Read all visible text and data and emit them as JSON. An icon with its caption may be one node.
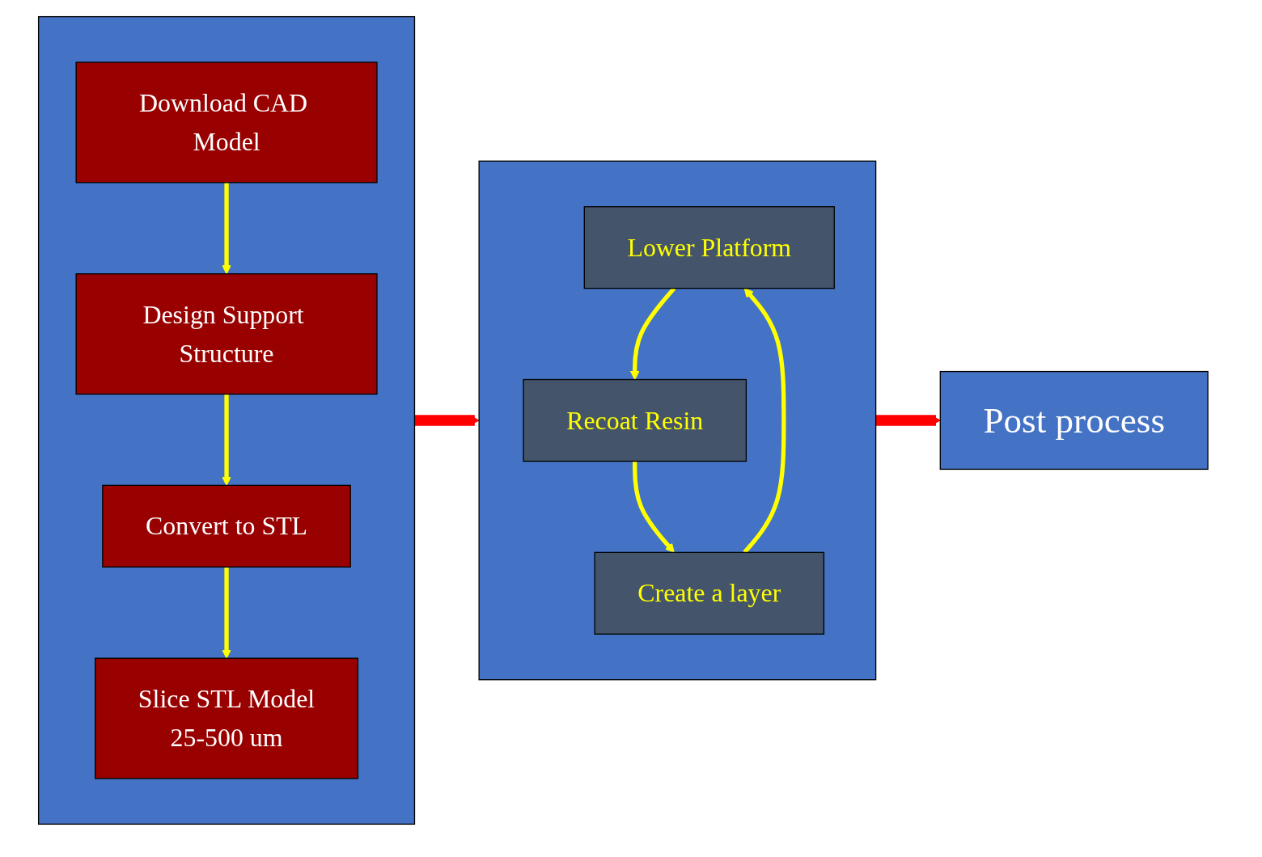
{
  "diagram": {
    "nodes": [
      {
        "text": [],
        "shape": "box"
      },
      {
        "text": [
          "Download CAD Model"
        ],
        "in": 0
      },
      {
        "text": [
          "Design Support Structure"
        ],
        "in": 0
      },
      {
        "text": [
          "Convert to STL"
        ],
        "in": 0
      },
      {
        "text": [
          "Slice STL Model",
          "25-500 um"
        ],
        "in": 0
      },
      {
        "text": [],
        "shape": "box"
      },
      {
        "text": [
          "Lower Platform"
        ],
        "in": 5
      },
      {
        "text": [
          "Recoat Resin"
        ],
        "in": 5
      },
      {
        "text": [
          "Create a layer"
        ],
        "in": 5
      },
      {
        "text": [
          "Post process"
        ]
      }
    ],
    "edges": [
      {
        "from": 1,
        "to": 2,
        "arrow": "to"
      },
      {
        "from": 2,
        "to": 3,
        "arrow": "to"
      },
      {
        "from": 3,
        "to": 4,
        "arrow": "to"
      },
      {
        "from": 0,
        "to": 5,
        "arrow": "to",
        "style": "thick",
        "color": "#ff0000"
      },
      {
        "from": 6,
        "to": 7,
        "arrow": "to"
      },
      {
        "from": 7,
        "to": 8,
        "arrow": "to"
      },
      {
        "from": 8,
        "to": 6,
        "arrow": "to"
      },
      {
        "from": 5,
        "to": 9,
        "arrow": "to",
        "style": "thick",
        "color": "#ff0000"
      }
    ]
  }
}
